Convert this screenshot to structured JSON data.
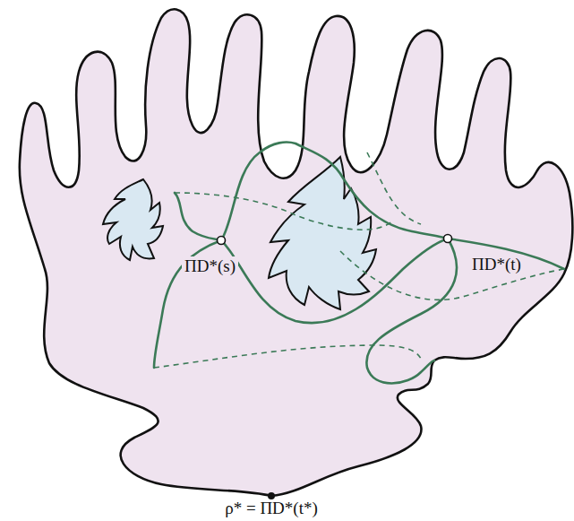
{
  "diagram": {
    "labels": [
      "ΠD*(s)",
      "ΠD*(t)",
      "ρ* = ΠD*(t*)"
    ]
  }
}
